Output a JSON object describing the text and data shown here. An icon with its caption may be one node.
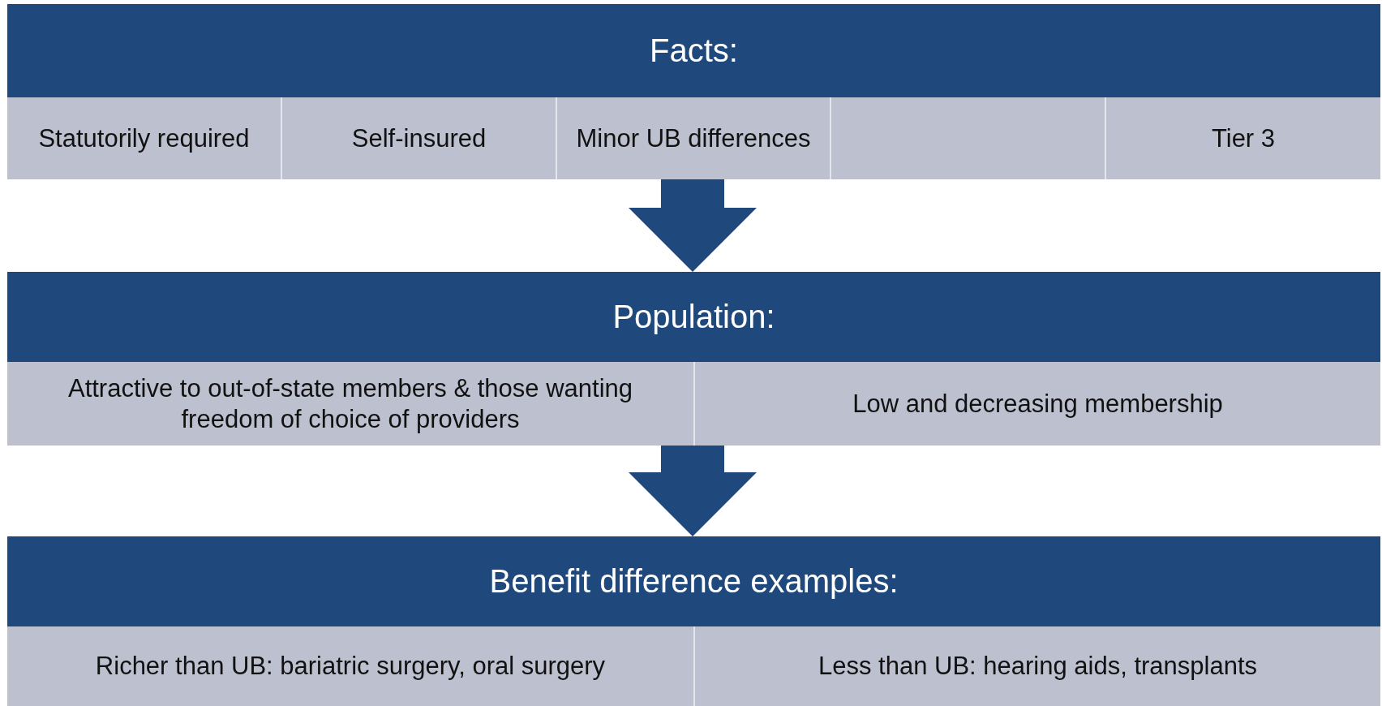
{
  "diagram": {
    "nodes": [
      {
        "text": [
          "Facts:"
        ]
      },
      {
        "text": [
          "Statutorily required"
        ]
      },
      {
        "text": [
          "Self-insured"
        ]
      },
      {
        "text": [
          "Minor UB differences"
        ]
      },
      {
        "text": [],
        "shape": "box"
      },
      {
        "text": [
          "Tier 3"
        ]
      },
      {
        "text": [
          "Population:"
        ]
      },
      {
        "text": [
          "Attractive to out-of-state members & those wanting freedom of choice of providers"
        ]
      },
      {
        "text": [
          "Low and decreasing membership"
        ]
      },
      {
        "text": [
          "Benefit difference examples:"
        ]
      },
      {
        "text": [
          "Richer than UB: bariatric surgery, oral surgery"
        ]
      },
      {
        "text": [
          "Less than UB: hearing aids, transplants"
        ]
      }
    ],
    "edges": [
      {
        "from": 3,
        "to": 6,
        "arrow": "to"
      },
      {
        "from": 7,
        "to": 9,
        "arrow": "to"
      }
    ]
  }
}
